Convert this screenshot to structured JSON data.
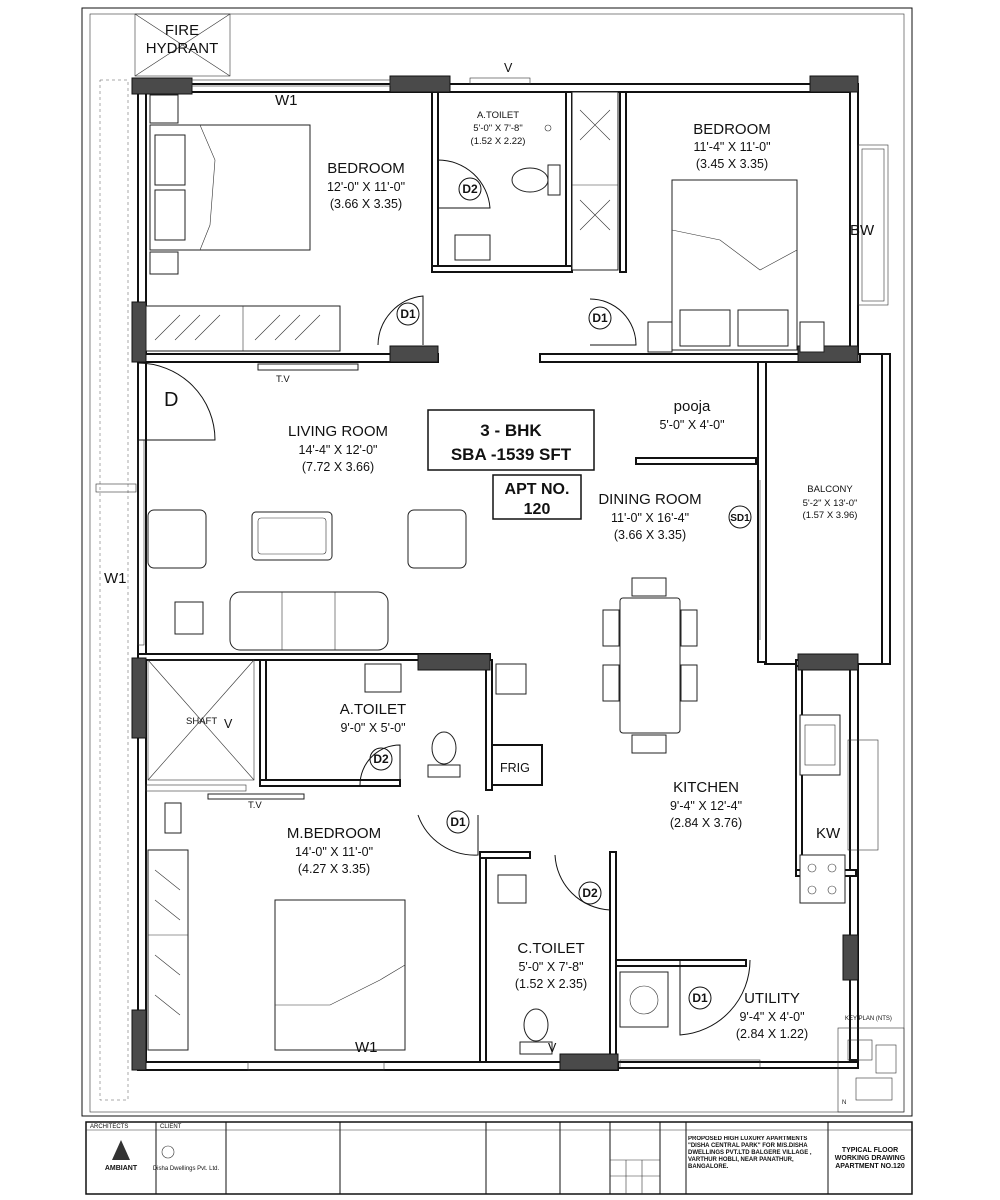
{
  "rooms": {
    "bedroom1": {
      "name": "BEDROOM",
      "size_ft": "12'-0\" X 11'-0\"",
      "size_m": "(3.66 X 3.35)"
    },
    "bedroom2": {
      "name": "BEDROOM",
      "size_ft": "11'-4\" X 11'-0\"",
      "size_m": "(3.45 X 3.35)"
    },
    "atoilet_top": {
      "name": "A.TOILET",
      "size_ft": "5'-0\" X 7'-8\"",
      "size_m": "(1.52 X 2.22)"
    },
    "living": {
      "name": "LIVING ROOM",
      "size_ft": "14'-4\" X 12'-0\"",
      "size_m": "(7.72 X 3.66)"
    },
    "pooja": {
      "name": "pooja",
      "size_ft": "5'-0\" X 4'-0\""
    },
    "dining": {
      "name": "DINING ROOM",
      "size_ft": "11'-0\" X 16'-4\"",
      "size_m": "(3.66 X 3.35)"
    },
    "balcony": {
      "name": "BALCONY",
      "size_ft": "5'-2\" X 13'-0\"",
      "size_m": "(1.57 X 3.96)"
    },
    "atoilet_mid": {
      "name": "A.TOILET",
      "size_ft": "9'-0\" X 5'-0\""
    },
    "mbedroom": {
      "name": "M.BEDROOM",
      "size_ft": "14'-0\" X 11'-0\"",
      "size_m": "(4.27 X 3.35)"
    },
    "kitchen": {
      "name": "KITCHEN",
      "size_ft": "9'-4\" X 12'-4\"",
      "size_m": "(2.84 X 3.76)"
    },
    "ctoilet": {
      "name": "C.TOILET",
      "size_ft": "5'-0\" X 7'-8\"",
      "size_m": "(1.52 X 2.35)"
    },
    "utility": {
      "name": "UTILITY",
      "size_ft": "9'-4\" X 4'-0\"",
      "size_m": "(2.84 X 1.22)"
    },
    "shaft": {
      "name": "SHAFT"
    }
  },
  "info_box": {
    "bhk": "3 - BHK",
    "sba": "SBA -1539 SFT",
    "apt_label": "APT NO.",
    "apt_no": "120"
  },
  "labels": {
    "fire_hydrant_1": "FIRE",
    "fire_hydrant_2": "HYDRANT",
    "w1": "W1",
    "bw": "BW",
    "kw": "KW",
    "d": "D",
    "v": "V",
    "tv": "T.V",
    "frig": "FRIG",
    "d1": "D1",
    "d2": "D2",
    "sd1": "SD1"
  },
  "title_block": {
    "architects": "ARCHITECTS",
    "client": "CLIENT",
    "company": "AMBIANT",
    "client_name": "Disha Dwellings Pvt. Ltd.",
    "project": "PROPOSED HIGH LUXURY APARTMENTS \"DISHA CENTRAL PARK\" FOR M/S.DISHA DWELLINGS PVT.LTD BALGERE VILLAGE , VARTHUR HOBLI, NEAR PANATHUR, BANGALORE.",
    "drawing_title_1": "TYPICAL FLOOR",
    "drawing_title_2": "WORKING DRAWING",
    "drawing_title_3": "APARTMENT NO.120",
    "key_plan": "KEY PLAN (NTS)",
    "north": "N"
  },
  "colors": {
    "wall_fill": "#ffffff",
    "column": "#4a4a4a",
    "line": "#111111"
  }
}
